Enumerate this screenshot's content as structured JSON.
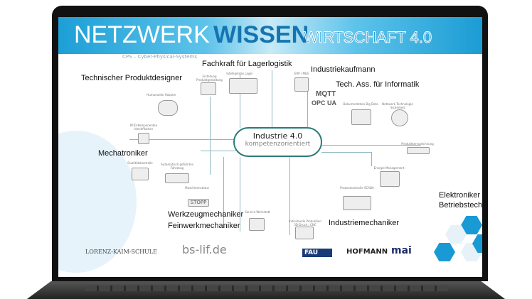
{
  "slide": {
    "title_light": "NETZWERK",
    "title_bold": "WISSEN",
    "title_outline": "WIRTSCHAFT 4.0",
    "subtitle": "CPS – Cyber-Physical-Systems",
    "center": {
      "line1": "Industrie 4.0",
      "line2": "kompetenzorientiert"
    },
    "jobs": [
      "Fachkraft für Lagerlogistik",
      "Technischer Produktdesigner",
      "Industriekaufmann",
      "Tech. Ass. für Informatik",
      "Mechatroniker",
      "Elektroniker für",
      "Betriebstechnik",
      "Werkzeugmechaniker",
      "Feinwerkmechaniker",
      "Industriemechaniker"
    ],
    "nodes": [
      "Erstellung Produktgestaltung",
      "Intelligentes Lager",
      "ERP / MES",
      "Humanoider Roboter",
      "RFID-Komponenten Identifikation",
      "Qualitätskontrolle",
      "Automatisch geführtes Fahrzeug",
      "Maschinenstatus",
      "Service-Werkstatt",
      "Individuelle Produktion 3D-Druck / CNC",
      "Prozesskontrolle SCADA",
      "Energie Management",
      "Produktkennzeichnung",
      "Dokumentation Big Data",
      "Netzwerk Technologie Sicherheit"
    ],
    "protocols": [
      "MQTT",
      "OPC UA"
    ],
    "stopp": "STOPP",
    "logos": [
      "LORENZ-KAIM-SCHULE",
      "bs-lif.de",
      "FAU",
      "HOFMANN",
      "mai"
    ]
  },
  "colors": {
    "header": "#1c9fd6",
    "accent": "#1475b0",
    "cloud": "#2a7a7a"
  }
}
